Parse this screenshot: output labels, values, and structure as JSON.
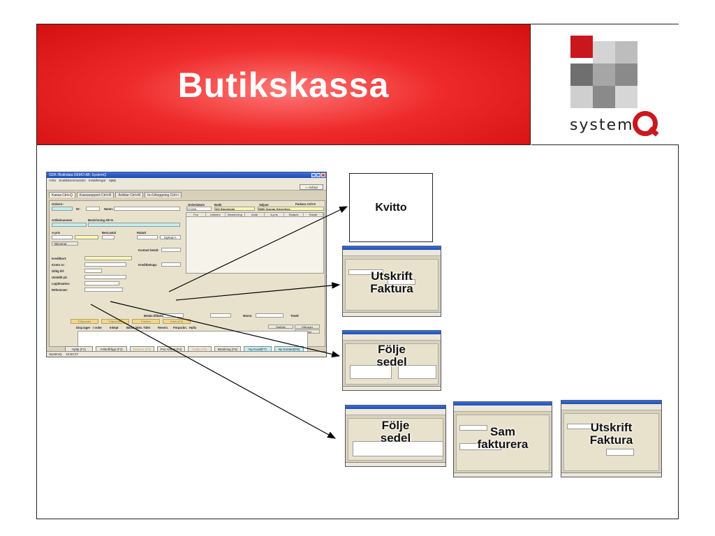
{
  "slide": {
    "title": "Butikskassa"
  },
  "logo": {
    "text": "system",
    "colors": [
      "#c8181e",
      "#cfcfcf",
      "#9a9a9a",
      "#6a6a6a",
      "#e0e0e0"
    ]
  },
  "app": {
    "title": "GDK /Butikdata DEMO AB; SystemQ",
    "menu": [
      "Arkiv",
      "Snabbkommandon",
      "Inställningar",
      "Hjälp"
    ],
    "back_label": "Avbryt",
    "tabs": [
      "Kassa Ctrl+Q",
      "Kassarapport Ctrl+R",
      "Artiklar Ctrl+M",
      "In-/Utloggning Ctrl+I"
    ],
    "labels": {
      "ordernr": "Ordernr:",
      "nr": "Nr:",
      "namn": "Namn:",
      "artikelnummer": "Artikelnummer",
      "beskrivning": "Beskrivning  Alt+G",
      "apris": "A-pris",
      "bestantal": "Best.antal",
      "rabatt": "Rabatt",
      "ogrand": "OgRad-/+",
      "talkort": "Talkortrad",
      "kontant": "Kontant betalt:",
      "kreditkort": "Kreditkort:",
      "konto": "Konto nr:",
      "giltig": "Giltig till:",
      "utstalld": "Utställd på:",
      "legitimation": "Legitimation:",
      "referens": "Referenser:",
      "kreditbelopp": "Kreditbelopp:",
      "orderdatum": "Orderdatum",
      "butik": "Butik",
      "saljare": "Säljare",
      "parkera": "Parkera Ctrl+S",
      "date_value": "070308",
      "butik_value": "100   Stockholm",
      "saljare_value": "GMK   Gunnar Kleverfors",
      "betala_tillbaka": "Betala tillbaka:",
      "moms": "Moms:",
      "totalt": "Totalt:"
    },
    "grid_headers": [
      "Pos",
      "Artikelnr",
      "Beskrivning",
      "Antal",
      "A-pris",
      "Radpris",
      "Rabatt"
    ],
    "order_buttons": [
      "Följesedel",
      "Följesedel",
      "Faktura",
      "Kvitto (F5)"
    ],
    "lower_headers": [
      "Disp.lager",
      "I order",
      "Inköpt",
      "Bästa inlev. Tider",
      "Reserv.",
      "Förpackn.",
      "Hylla"
    ],
    "side_buttons": [
      "Statistik",
      "VåtLager",
      "Global"
    ],
    "footer_buttons": [
      "Hjälp (F1)",
      "Artikelfråga (F2)",
      "Rekvior (F3)",
      "Pos Artikel (F4)",
      "Kvitto (F5)",
      "Betalning (F6)",
      "Ny Kund(F7)",
      "Ny Kontant(F8)"
    ],
    "status": [
      "SystemQ",
      "16:53:37"
    ]
  },
  "kvitto": {
    "label": "Kvitto"
  },
  "thumbs": [
    {
      "label_lines": [
        "Utskrift",
        "Faktura"
      ]
    },
    {
      "label_lines": [
        "Följe",
        "sedel"
      ]
    },
    {
      "label_lines": [
        "Följe",
        "sedel"
      ]
    },
    {
      "label_lines": [
        "Sam",
        "fakturera"
      ]
    },
    {
      "label_lines": [
        "Utskrift",
        "Faktura"
      ]
    }
  ]
}
